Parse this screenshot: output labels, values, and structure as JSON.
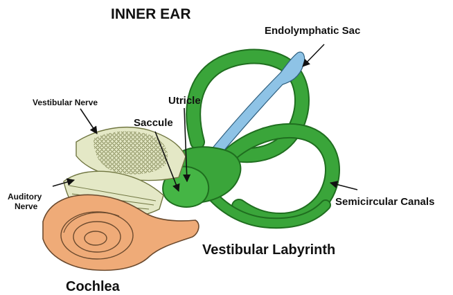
{
  "title": "INNER EAR",
  "labels": {
    "endolymphatic_sac": "Endolymphatic Sac",
    "utricle": "Utricle",
    "vestibular_nerve": "Vestibular Nerve",
    "saccule": "Saccule",
    "auditory_nerve_line1": "Auditory",
    "auditory_nerve_line2": "Nerve",
    "semicircular_canals": "Semicircular Canals",
    "vestibular_labyrinth": "Vestibular Labyrinth",
    "cochlea": "Cochlea"
  },
  "colors": {
    "labyrinth_green": "#3aa53a",
    "labyrinth_green_dark": "#1f6e1f",
    "sac_blue": "#8ec3e6",
    "cochlea_orange": "#efab78",
    "cochlea_outline": "#6b4a2e",
    "nerve_fill": "#e4e8c6",
    "nerve_stroke": "#6f7540"
  }
}
